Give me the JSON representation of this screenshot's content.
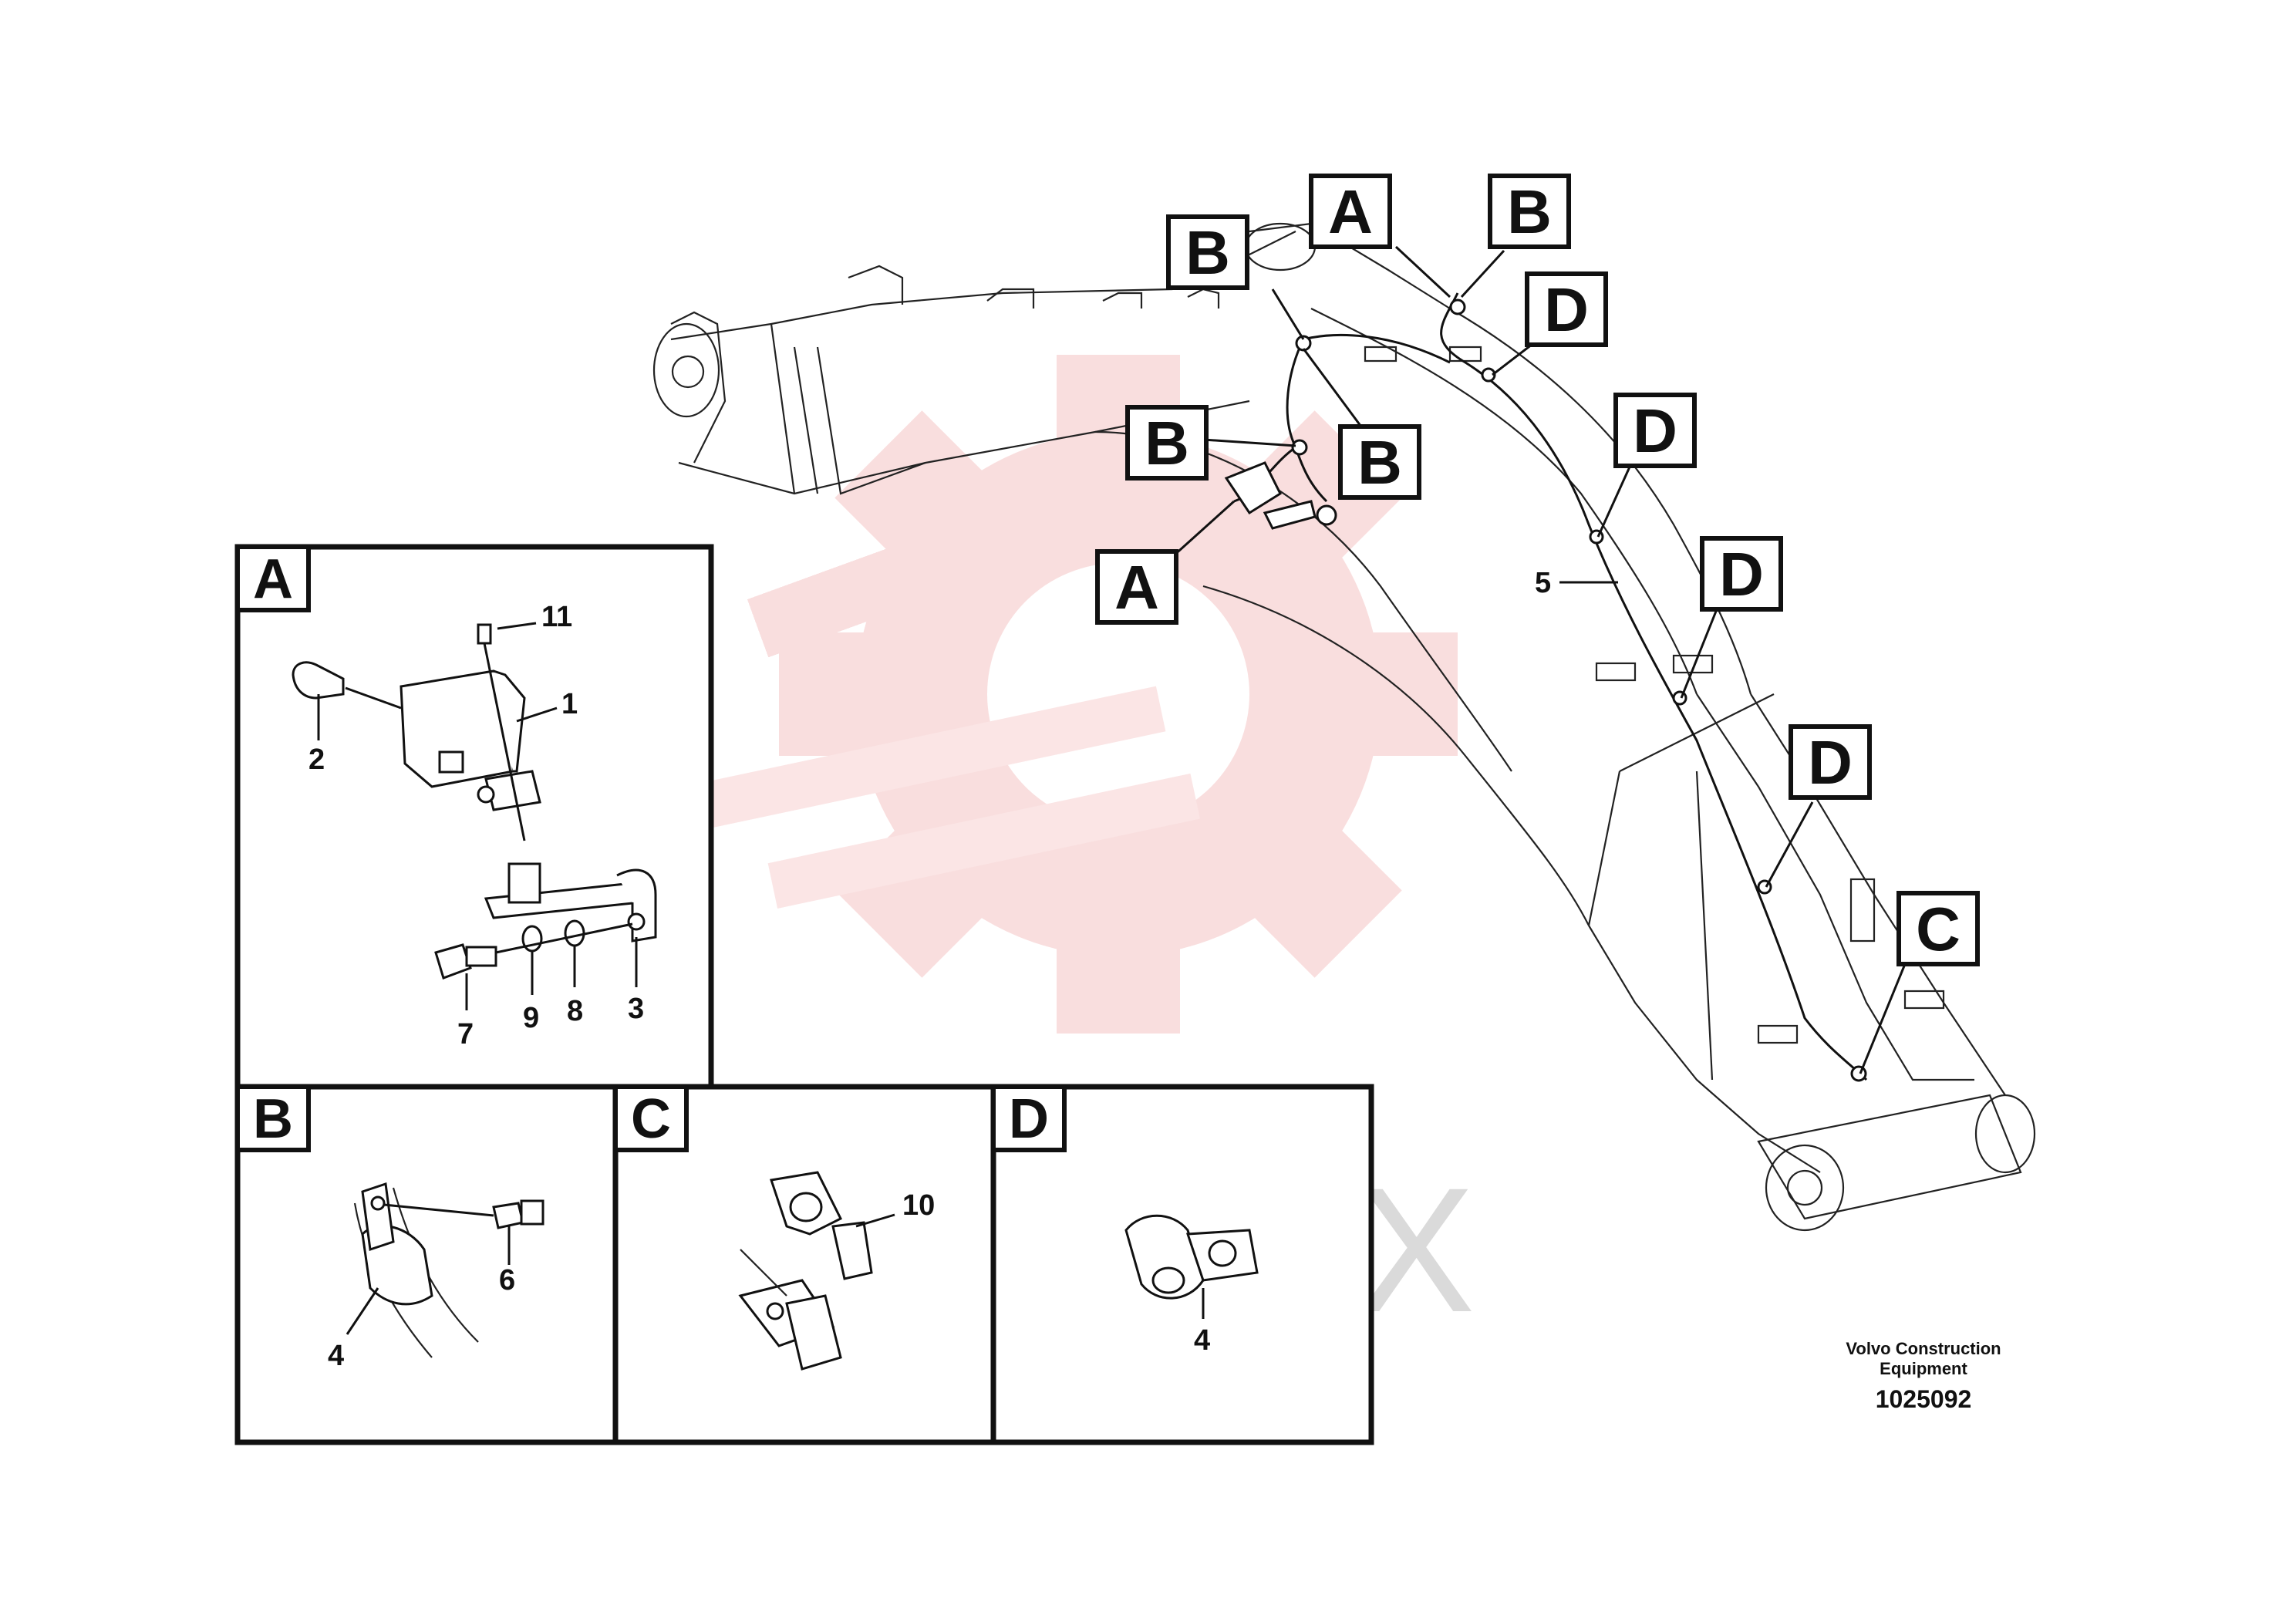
{
  "callouts": {
    "top_a": "A",
    "top_b": "B",
    "upper_b": "B",
    "upper_d": "D",
    "left_b": "B",
    "mid_b": "B",
    "low_a": "A",
    "d1": "D",
    "d2": "D",
    "d3": "D",
    "c1": "C"
  },
  "main_labels": {
    "harness": "5"
  },
  "detail_a": {
    "tag": "A",
    "labels": {
      "p11": "11",
      "p1": "1",
      "p2": "2",
      "p7": "7",
      "p9": "9",
      "p8": "8",
      "p3": "3"
    }
  },
  "detail_b": {
    "tag": "B",
    "labels": {
      "p6": "6",
      "p4": "4"
    }
  },
  "detail_c": {
    "tag": "C",
    "labels": {
      "p10": "10"
    }
  },
  "detail_d": {
    "tag": "D",
    "labels": {
      "p4": "4"
    }
  },
  "watermark": {
    "text": "ИНТЕХ",
    "color": "#e8b4b4"
  },
  "footer": {
    "line1": "Volvo Construction",
    "line2": "Equipment",
    "code": "1025092"
  }
}
